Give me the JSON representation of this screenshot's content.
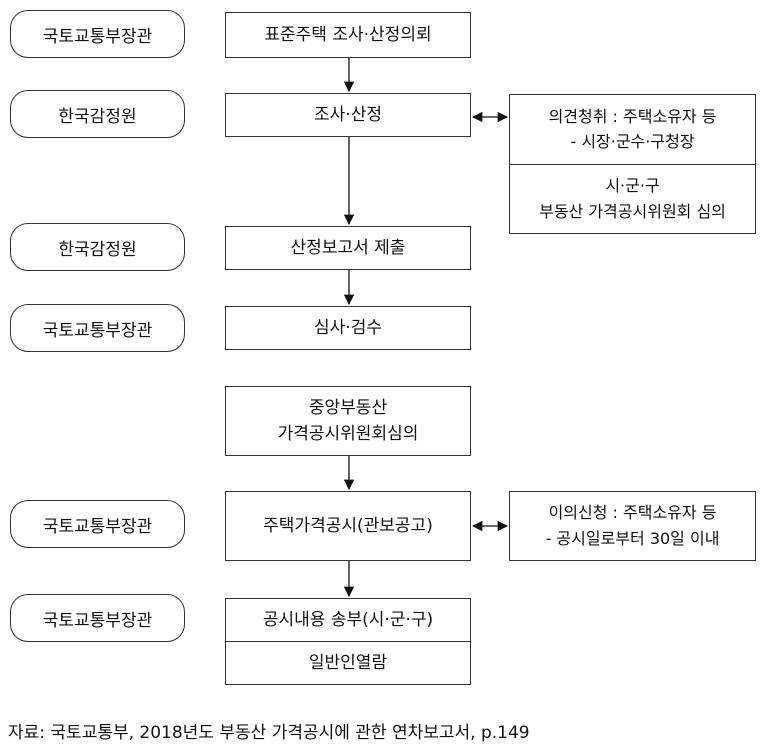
{
  "actors": [
    {
      "id": "a1",
      "label": "국토교통부장관"
    },
    {
      "id": "a2",
      "label": "한국감정원"
    },
    {
      "id": "a3",
      "label": "한국감정원"
    },
    {
      "id": "a4",
      "label": "국토교통부장관"
    },
    {
      "id": "a5",
      "label": "국토교통부장관"
    },
    {
      "id": "a6",
      "label": "국토교통부장관"
    }
  ],
  "steps": {
    "s1": "표준주택 조사·산정의뢰",
    "s2": "조사·산정",
    "s3": "산정보고서 제출",
    "s4": "심사·검수",
    "s5": [
      "중앙부동산",
      "가격공시위원회심의"
    ],
    "s6": "주택가격공시(관보공고)",
    "s7": [
      "공시내용 송부(시·군·구)",
      "일반인열람"
    ]
  },
  "side_boxes": {
    "opinion": {
      "top": [
        "의견청취 : 주택소유자 등",
        "- 시장·군수·구청장"
      ],
      "bottom": [
        "시·군·구",
        "부동산 가격공시위원회 심의"
      ]
    },
    "objection": [
      "이의신청 : 주택소유자 등",
      "- 공시일로부터 30일 이내"
    ]
  },
  "caption": "자료: 국토교통부, 2018년도 부동산 가격공시에 관한 연차보고서, p.149"
}
